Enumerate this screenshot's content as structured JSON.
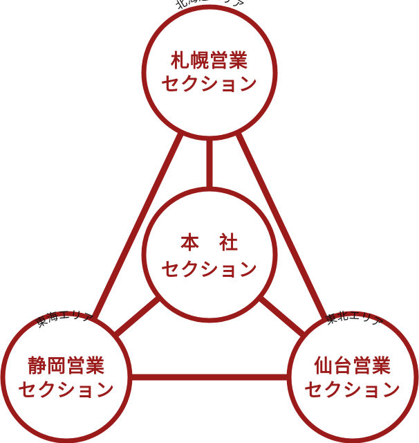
{
  "colors": {
    "accent": "#9b1b1b",
    "area_text": "#111111",
    "background": "#ffffff"
  },
  "nodes": {
    "center": {
      "line1": "本　社",
      "line2": "セクション"
    },
    "top": {
      "line1": "札幌営業",
      "line2": "セクション",
      "area": "北海道エリア"
    },
    "left": {
      "line1": "静岡営業",
      "line2": "セクション",
      "area": "東海エリア"
    },
    "right": {
      "line1": "仙台営業",
      "line2": "セクション",
      "area": "東北エリア"
    }
  },
  "connections": [
    [
      "top",
      "center"
    ],
    [
      "left",
      "center"
    ],
    [
      "right",
      "center"
    ],
    [
      "top",
      "left"
    ],
    [
      "top",
      "right"
    ],
    [
      "left",
      "right"
    ]
  ]
}
